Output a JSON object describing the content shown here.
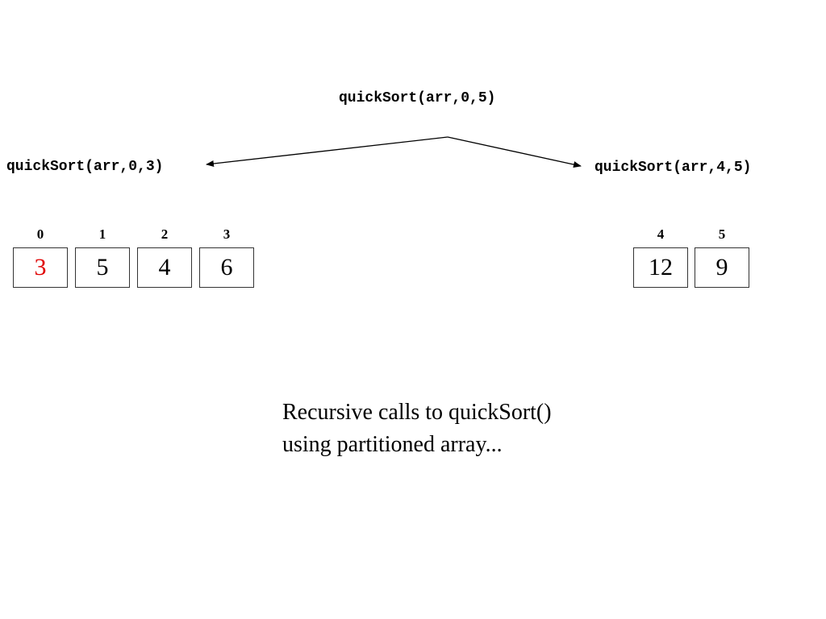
{
  "calls": {
    "root": "quickSort(arr,0,5)",
    "left": "quickSort(arr,0,3)",
    "right": "quickSort(arr,4,5)"
  },
  "left_array": {
    "indices": [
      "0",
      "1",
      "2",
      "3"
    ],
    "values": [
      "3",
      "5",
      "4",
      "6"
    ],
    "pivot_index": 0
  },
  "right_array": {
    "indices": [
      "4",
      "5"
    ],
    "values": [
      "12",
      "9"
    ]
  },
  "caption": {
    "line1": "Recursive calls to quickSort()",
    "line2": "using partitioned array..."
  },
  "colors": {
    "pivot": "#e00000",
    "text": "#000000"
  }
}
